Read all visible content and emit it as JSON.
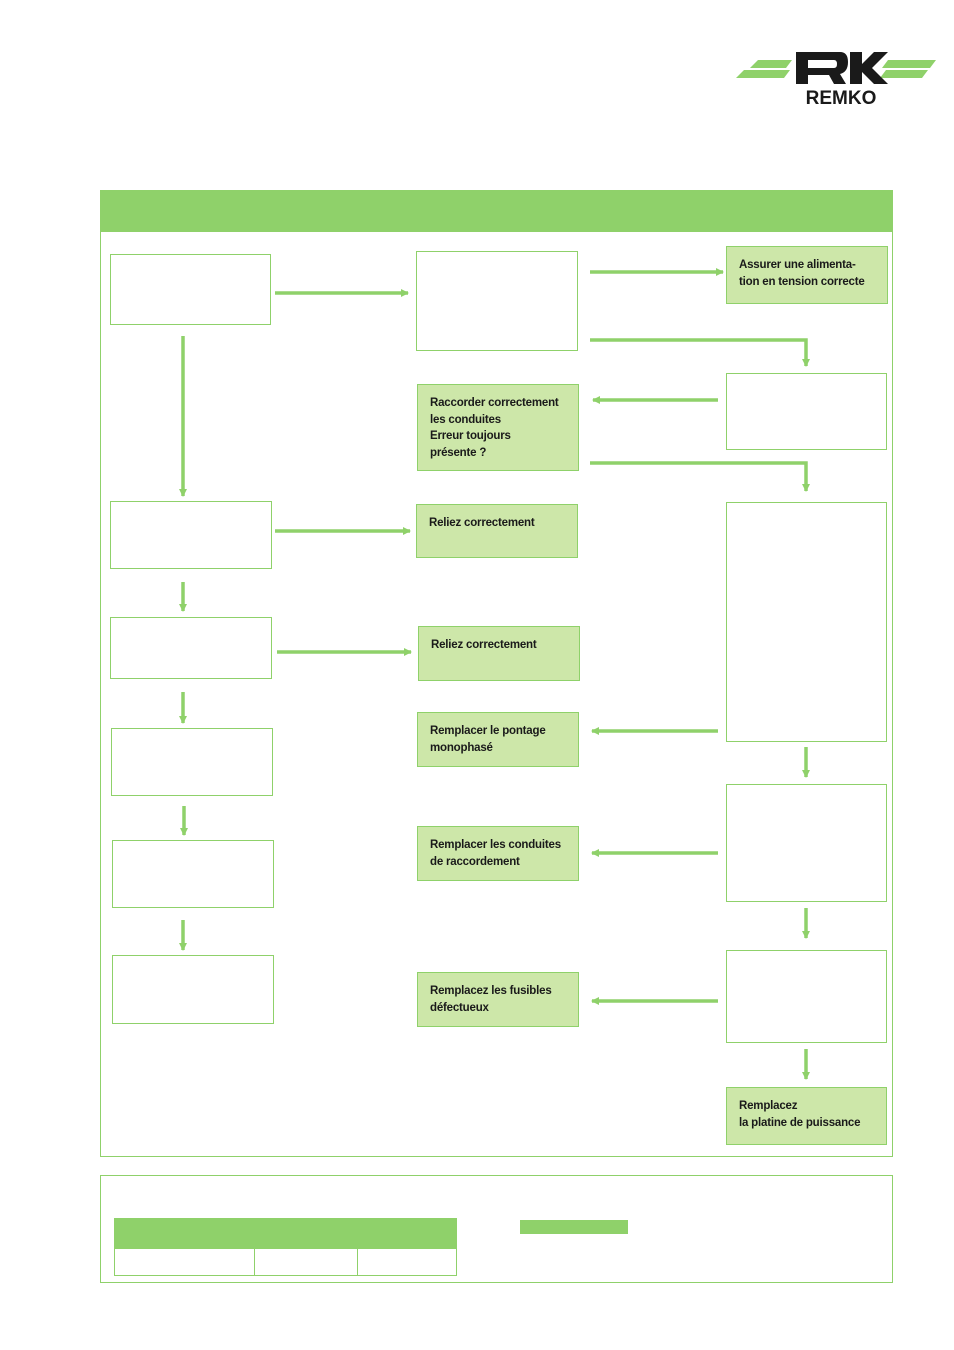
{
  "brand": {
    "name": "REMKO",
    "accent_color": "#8fd16a",
    "fill_color": "#cde7a9",
    "logo_color": "#1a1a1a"
  },
  "flowchart": {
    "actions": {
      "a1": "Assurer une alimenta-\ntion en tension correcte",
      "a2": "Raccorder correctement\nles conduites\nErreur toujours\nprésente ?",
      "a3": "Reliez correctement",
      "a4": "Reliez correctement",
      "a5": "Remplacer le pontage\nmonophasé",
      "a6": "Remplacer les conduites\nde raccordement",
      "a7": "Remplacez les fusibles\ndéfectueux",
      "a8": "Remplacez\nla platine de puissance"
    }
  }
}
